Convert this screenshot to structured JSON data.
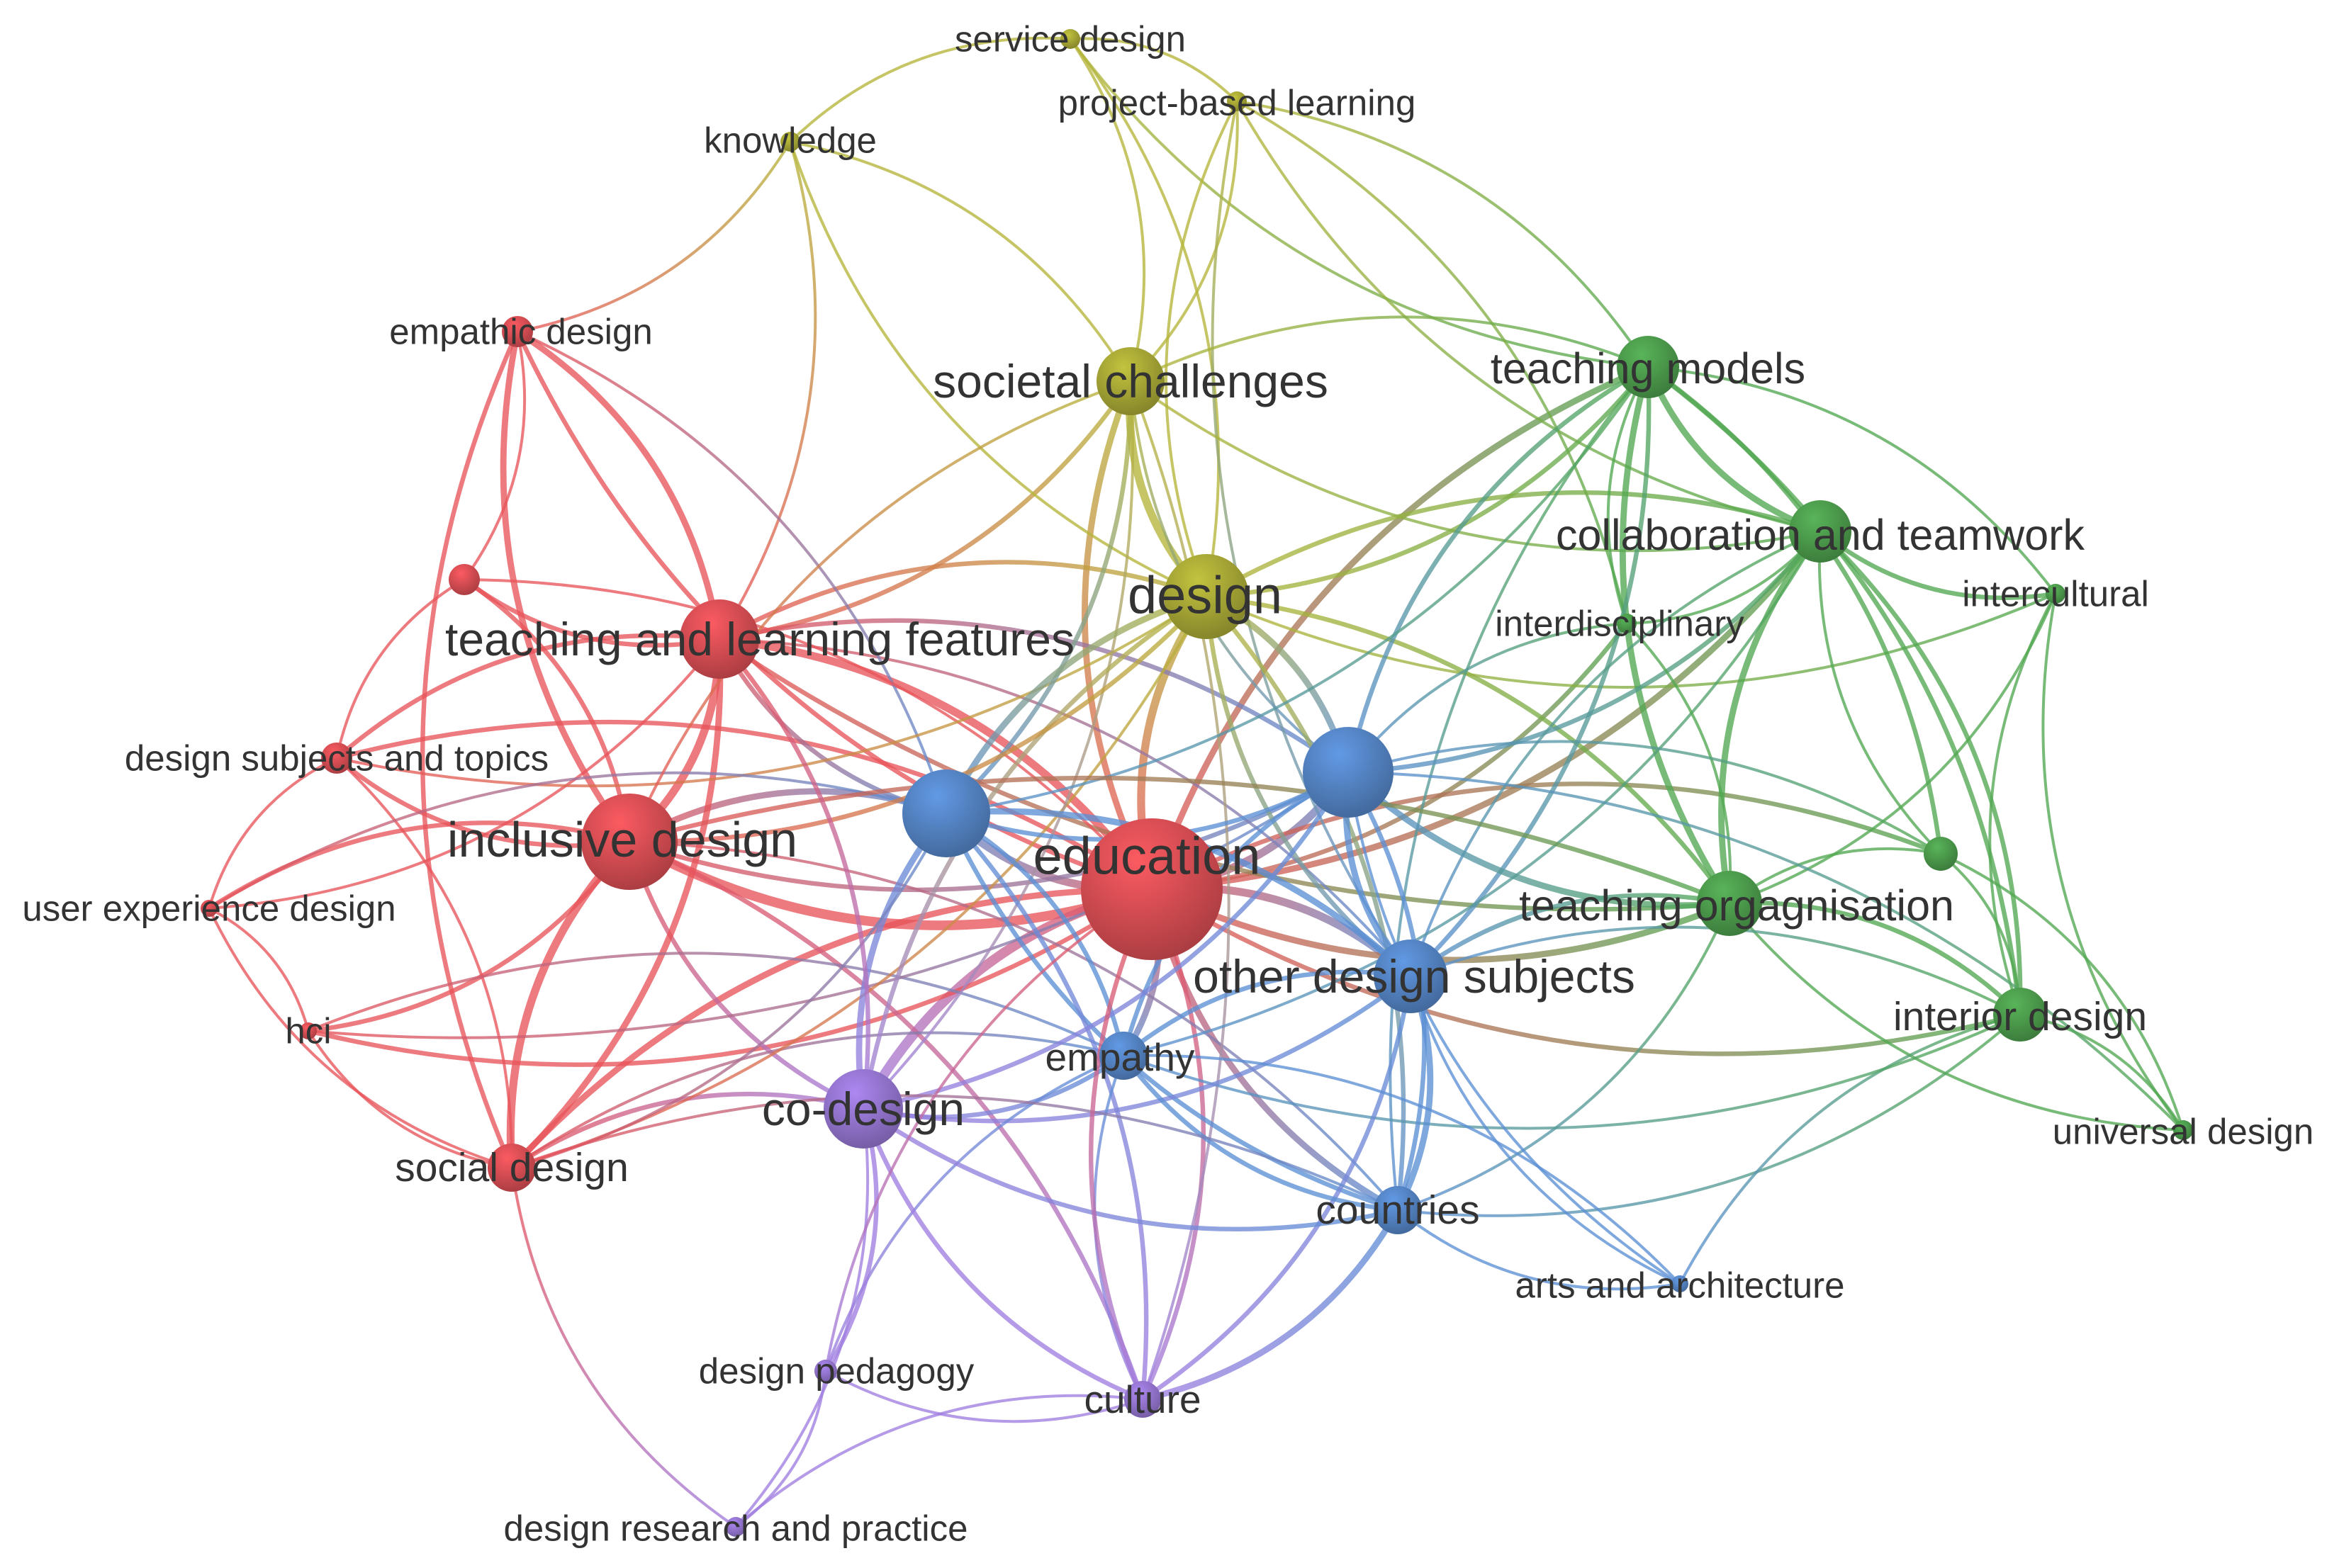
{
  "colors": {
    "red": "#e8545a",
    "olive": "#b5b53a",
    "green": "#52a852",
    "blue": "#5b8fd4",
    "purple": "#a07ee0",
    "label": "#333333"
  },
  "nodes": [
    {
      "id": "education",
      "label": "education",
      "cluster": "red",
      "weight": 10
    },
    {
      "id": "inclusive-design",
      "label": "inclusive design",
      "cluster": "red",
      "weight": 6
    },
    {
      "id": "teaching-learning",
      "label": "teaching and learning features",
      "cluster": "red",
      "weight": 5
    },
    {
      "id": "empathic-design",
      "label": "empathic design",
      "cluster": "red",
      "weight": 2
    },
    {
      "id": "red-unlabeled",
      "label": "",
      "cluster": "red",
      "weight": 2
    },
    {
      "id": "design-subjects-topics",
      "label": "design subjects and topics",
      "cluster": "red",
      "weight": 2
    },
    {
      "id": "user-experience-design",
      "label": "user experience design",
      "cluster": "red",
      "weight": 1
    },
    {
      "id": "hci",
      "label": "hci",
      "cluster": "red",
      "weight": 1
    },
    {
      "id": "social-design",
      "label": "social design",
      "cluster": "red",
      "weight": 3
    },
    {
      "id": "service-design",
      "label": "service design",
      "cluster": "olive",
      "weight": 1
    },
    {
      "id": "project-based-learning",
      "label": "project-based learning",
      "cluster": "olive",
      "weight": 1
    },
    {
      "id": "knowledge",
      "label": "knowledge",
      "cluster": "olive",
      "weight": 1
    },
    {
      "id": "societal-challenges",
      "label": "societal challenges",
      "cluster": "olive",
      "weight": 4
    },
    {
      "id": "design",
      "label": "design",
      "cluster": "olive",
      "weight": 5
    },
    {
      "id": "teaching-models",
      "label": "teaching models",
      "cluster": "green",
      "weight": 4
    },
    {
      "id": "collaboration-teamwork",
      "label": "collaboration and teamwork",
      "cluster": "green",
      "weight": 4
    },
    {
      "id": "intercultural",
      "label": "intercultural",
      "cluster": "green",
      "weight": 1
    },
    {
      "id": "interdisciplinary",
      "label": "interdisciplinary",
      "cluster": "green",
      "weight": 1
    },
    {
      "id": "green-unlabeled",
      "label": "",
      "cluster": "green",
      "weight": 2
    },
    {
      "id": "teaching-organisation",
      "label": "teaching orgagnisation",
      "cluster": "green",
      "weight": 4
    },
    {
      "id": "interior-design",
      "label": "interior design",
      "cluster": "green",
      "weight": 3
    },
    {
      "id": "universal-design",
      "label": "universal design",
      "cluster": "green",
      "weight": 1
    },
    {
      "id": "blue-left",
      "label": "",
      "cluster": "blue",
      "weight": 6
    },
    {
      "id": "blue-right",
      "label": "",
      "cluster": "blue",
      "weight": 6
    },
    {
      "id": "other-design-subjects",
      "label": "other design subjects",
      "cluster": "blue",
      "weight": 5
    },
    {
      "id": "empathy",
      "label": "empathy",
      "cluster": "blue",
      "weight": 3
    },
    {
      "id": "countries",
      "label": "countries",
      "cluster": "blue",
      "weight": 3
    },
    {
      "id": "arts-architecture",
      "label": "arts and architecture",
      "cluster": "blue",
      "weight": 1
    },
    {
      "id": "co-design",
      "label": "co-design",
      "cluster": "purple",
      "weight": 5
    },
    {
      "id": "design-pedagogy",
      "label": "design pedagogy",
      "cluster": "purple",
      "weight": 1
    },
    {
      "id": "culture",
      "label": "culture",
      "cluster": "purple",
      "weight": 2
    },
    {
      "id": "design-research-practice",
      "label": "design research and practice",
      "cluster": "purple",
      "weight": 1
    }
  ],
  "edges": [
    [
      "education",
      "inclusive-design",
      5
    ],
    [
      "education",
      "teaching-learning",
      4
    ],
    [
      "education",
      "design",
      4
    ],
    [
      "education",
      "co-design",
      5
    ],
    [
      "education",
      "blue-left",
      4
    ],
    [
      "education",
      "blue-right",
      4
    ],
    [
      "education",
      "other-design-subjects",
      4
    ],
    [
      "education",
      "teaching-organisation",
      3
    ],
    [
      "education",
      "teaching-models",
      3
    ],
    [
      "education",
      "collaboration-teamwork",
      3
    ],
    [
      "education",
      "societal-challenges",
      3
    ],
    [
      "education",
      "countries",
      3
    ],
    [
      "education",
      "culture",
      2
    ],
    [
      "education",
      "social-design",
      3
    ],
    [
      "education",
      "empathy",
      3
    ],
    [
      "education",
      "design-subjects-topics",
      2
    ],
    [
      "education",
      "hci",
      2
    ],
    [
      "education",
      "interior-design",
      2
    ],
    [
      "education",
      "empathic-design",
      2
    ],
    [
      "education",
      "interdisciplinary",
      2
    ],
    [
      "education",
      "green-unlabeled",
      2
    ],
    [
      "inclusive-design",
      "teaching-learning",
      4
    ],
    [
      "inclusive-design",
      "empathic-design",
      3
    ],
    [
      "inclusive-design",
      "social-design",
      4
    ],
    [
      "inclusive-design",
      "design-subjects-topics",
      2
    ],
    [
      "inclusive-design",
      "user-experience-design",
      2
    ],
    [
      "inclusive-design",
      "hci",
      2
    ],
    [
      "inclusive-design",
      "red-unlabeled",
      2
    ],
    [
      "inclusive-design",
      "blue-left",
      3
    ],
    [
      "inclusive-design",
      "co-design",
      2
    ],
    [
      "inclusive-design",
      "culture",
      2
    ],
    [
      "inclusive-design",
      "blue-right",
      2
    ],
    [
      "inclusive-design",
      "countries",
      1
    ],
    [
      "teaching-learning",
      "empathic-design",
      3
    ],
    [
      "teaching-learning",
      "red-unlabeled",
      2
    ],
    [
      "teaching-learning",
      "design-subjects-topics",
      2
    ],
    [
      "teaching-learning",
      "social-design",
      3
    ],
    [
      "teaching-learning",
      "blue-left",
      2
    ],
    [
      "teaching-learning",
      "design",
      2
    ],
    [
      "teaching-learning",
      "societal-challenges",
      2
    ],
    [
      "teaching-learning",
      "blue-right",
      2
    ],
    [
      "teaching-learning",
      "knowledge",
      1
    ],
    [
      "teaching-learning",
      "user-experience-design",
      1
    ],
    [
      "teaching-learning",
      "teaching-organisation",
      2
    ],
    [
      "teaching-learning",
      "other-design-subjects",
      1
    ],
    [
      "empathic-design",
      "knowledge",
      1
    ],
    [
      "empathic-design",
      "red-unlabeled",
      1
    ],
    [
      "empathic-design",
      "social-design",
      2
    ],
    [
      "empathic-design",
      "blue-left",
      1
    ],
    [
      "red-unlabeled",
      "design-subjects-topics",
      1
    ],
    [
      "red-unlabeled",
      "education",
      1
    ],
    [
      "design-subjects-topics",
      "user-experience-design",
      1
    ],
    [
      "design-subjects-topics",
      "social-design",
      1
    ],
    [
      "design-subjects-topics",
      "design",
      1
    ],
    [
      "user-experience-design",
      "hci",
      1
    ],
    [
      "user-experience-design",
      "social-design",
      1
    ],
    [
      "user-experience-design",
      "blue-left",
      1
    ],
    [
      "hci",
      "social-design",
      1
    ],
    [
      "hci",
      "empathy",
      1
    ],
    [
      "hci",
      "blue-right",
      1
    ],
    [
      "social-design",
      "co-design",
      2
    ],
    [
      "social-design",
      "design-research-practice",
      1
    ],
    [
      "social-design",
      "empathy",
      1
    ],
    [
      "social-design",
      "design",
      1
    ],
    [
      "service-design",
      "project-based-learning",
      1
    ],
    [
      "service-design",
      "knowledge",
      1
    ],
    [
      "service-design",
      "design",
      1
    ],
    [
      "service-design",
      "teaching-models",
      1
    ],
    [
      "service-design",
      "societal-challenges",
      1
    ],
    [
      "project-based-learning",
      "design",
      1
    ],
    [
      "project-based-learning",
      "teaching-models",
      1
    ],
    [
      "project-based-learning",
      "collaboration-teamwork",
      1
    ],
    [
      "project-based-learning",
      "societal-challenges",
      1
    ],
    [
      "project-based-learning",
      "other-design-subjects",
      1
    ],
    [
      "project-based-learning",
      "interdisciplinary",
      1
    ],
    [
      "knowledge",
      "design",
      1
    ],
    [
      "knowledge",
      "societal-challenges",
      1
    ],
    [
      "societal-challenges",
      "design",
      4
    ],
    [
      "societal-challenges",
      "teaching-models",
      1
    ],
    [
      "societal-challenges",
      "collaboration-teamwork",
      1
    ],
    [
      "societal-challenges",
      "blue-left",
      2
    ],
    [
      "societal-challenges",
      "blue-right",
      1
    ],
    [
      "societal-challenges",
      "co-design",
      1
    ],
    [
      "societal-challenges",
      "inclusive-design",
      1
    ],
    [
      "societal-challenges",
      "culture",
      1
    ],
    [
      "design",
      "teaching-models",
      2
    ],
    [
      "design",
      "collaboration-teamwork",
      2
    ],
    [
      "design",
      "blue-left",
      3
    ],
    [
      "design",
      "blue-right",
      3
    ],
    [
      "design",
      "other-design-subjects",
      2
    ],
    [
      "design",
      "teaching-organisation",
      2
    ],
    [
      "design",
      "co-design",
      2
    ],
    [
      "design",
      "countries",
      2
    ],
    [
      "design",
      "intercultural",
      1
    ],
    [
      "design",
      "inclusive-design",
      2
    ],
    [
      "teaching-models",
      "collaboration-teamwork",
      3
    ],
    [
      "teaching-models",
      "intercultural",
      1
    ],
    [
      "teaching-models",
      "interdisciplinary",
      1
    ],
    [
      "teaching-models",
      "green-unlabeled",
      2
    ],
    [
      "teaching-models",
      "teaching-organisation",
      3
    ],
    [
      "teaching-models",
      "interior-design",
      2
    ],
    [
      "teaching-models",
      "blue-right",
      2
    ],
    [
      "teaching-models",
      "other-design-subjects",
      2
    ],
    [
      "teaching-models",
      "countries",
      1
    ],
    [
      "teaching-models",
      "blue-left",
      1
    ],
    [
      "collaboration-teamwork",
      "intercultural",
      2
    ],
    [
      "collaboration-teamwork",
      "interdisciplinary",
      1
    ],
    [
      "collaboration-teamwork",
      "teaching-organisation",
      3
    ],
    [
      "collaboration-teamwork",
      "interior-design",
      2
    ],
    [
      "collaboration-teamwork",
      "green-unlabeled",
      1
    ],
    [
      "collaboration-teamwork",
      "blue-right",
      2
    ],
    [
      "collaboration-teamwork",
      "other-design-subjects",
      1
    ],
    [
      "collaboration-teamwork",
      "empathy",
      1
    ],
    [
      "intercultural",
      "interior-design",
      1
    ],
    [
      "intercultural",
      "teaching-organisation",
      1
    ],
    [
      "intercultural",
      "universal-design",
      1
    ],
    [
      "interdisciplinary",
      "teaching-organisation",
      1
    ],
    [
      "interdisciplinary",
      "blue-right",
      1
    ],
    [
      "green-unlabeled",
      "interior-design",
      1
    ],
    [
      "green-unlabeled",
      "teaching-organisation",
      1
    ],
    [
      "green-unlabeled",
      "universal-design",
      1
    ],
    [
      "green-unlabeled",
      "blue-right",
      1
    ],
    [
      "teaching-organisation",
      "interior-design",
      2
    ],
    [
      "teaching-organisation",
      "universal-design",
      1
    ],
    [
      "teaching-organisation",
      "blue-right",
      3
    ],
    [
      "teaching-organisation",
      "other-design-subjects",
      2
    ],
    [
      "teaching-organisation",
      "countries",
      1
    ],
    [
      "teaching-organisation",
      "inclusive-design",
      2
    ],
    [
      "interior-design",
      "universal-design",
      1
    ],
    [
      "interior-design",
      "other-design-subjects",
      1
    ],
    [
      "interior-design",
      "countries",
      1
    ],
    [
      "interior-design",
      "arts-architecture",
      1
    ],
    [
      "interior-design",
      "empathy",
      1
    ],
    [
      "universal-design",
      "blue-right",
      1
    ],
    [
      "blue-left",
      "other-design-subjects",
      3
    ],
    [
      "blue-left",
      "co-design",
      3
    ],
    [
      "blue-left",
      "empathy",
      2
    ],
    [
      "blue-left",
      "countries",
      2
    ],
    [
      "blue-left",
      "culture",
      2
    ],
    [
      "blue-left",
      "blue-right",
      2
    ],
    [
      "blue-left",
      "social-design",
      1
    ],
    [
      "blue-right",
      "other-design-subjects",
      3
    ],
    [
      "blue-right",
      "countries",
      2
    ],
    [
      "blue-right",
      "empathy",
      2
    ],
    [
      "blue-right",
      "co-design",
      2
    ],
    [
      "blue-right",
      "arts-architecture",
      1
    ],
    [
      "other-design-subjects",
      "countries",
      3
    ],
    [
      "other-design-subjects",
      "empathy",
      2
    ],
    [
      "other-design-subjects",
      "co-design",
      2
    ],
    [
      "other-design-subjects",
      "arts-architecture",
      1
    ],
    [
      "other-design-subjects",
      "culture",
      2
    ],
    [
      "empathy",
      "countries",
      2
    ],
    [
      "empathy",
      "co-design",
      2
    ],
    [
      "empathy",
      "culture",
      1
    ],
    [
      "empathy",
      "arts-architecture",
      1
    ],
    [
      "empathy",
      "design-pedagogy",
      1
    ],
    [
      "countries",
      "culture",
      3
    ],
    [
      "countries",
      "arts-architecture",
      1
    ],
    [
      "countries",
      "co-design",
      2
    ],
    [
      "countries",
      "social-design",
      1
    ],
    [
      "co-design",
      "design-pedagogy",
      2
    ],
    [
      "co-design",
      "culture",
      2
    ],
    [
      "co-design",
      "design-research-practice",
      1
    ],
    [
      "co-design",
      "teaching-learning",
      2
    ],
    [
      "design-pedagogy",
      "design-research-practice",
      1
    ],
    [
      "design-pedagogy",
      "culture",
      1
    ],
    [
      "design-pedagogy",
      "education",
      1
    ],
    [
      "culture",
      "design-research-practice",
      1
    ],
    [
      "culture",
      "education",
      2
    ]
  ]
}
